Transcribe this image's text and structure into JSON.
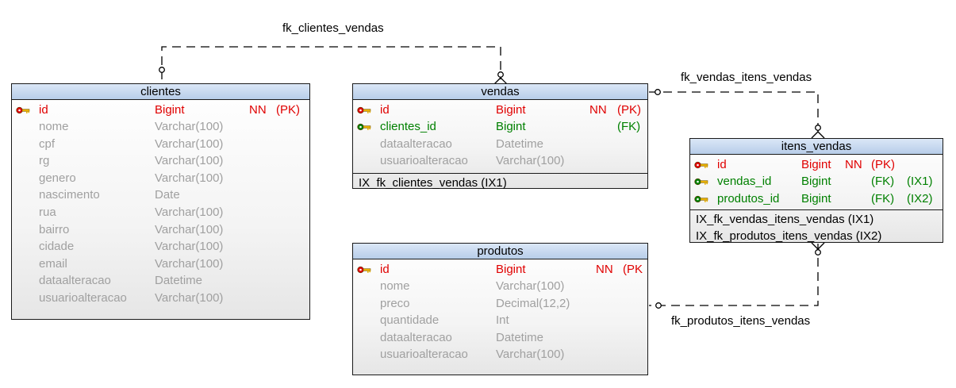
{
  "relationships": [
    {
      "name": "fk_clientes_vendas"
    },
    {
      "name": "fk_vendas_itens_vendas"
    },
    {
      "name": "fk_produtos_itens_vendas"
    }
  ],
  "tables": {
    "clientes": {
      "title": "clientes",
      "columns": [
        {
          "name": "id",
          "type": "Bigint",
          "nn": "NN",
          "key": "(PK)",
          "ix": "",
          "kind": "pk"
        },
        {
          "name": "nome",
          "type": "Varchar(100)",
          "nn": "",
          "key": "",
          "ix": "",
          "kind": "none"
        },
        {
          "name": "cpf",
          "type": "Varchar(100)",
          "nn": "",
          "key": "",
          "ix": "",
          "kind": "none"
        },
        {
          "name": "rg",
          "type": "Varchar(100)",
          "nn": "",
          "key": "",
          "ix": "",
          "kind": "none"
        },
        {
          "name": "genero",
          "type": "Varchar(100)",
          "nn": "",
          "key": "",
          "ix": "",
          "kind": "none"
        },
        {
          "name": "nascimento",
          "type": "Date",
          "nn": "",
          "key": "",
          "ix": "",
          "kind": "none"
        },
        {
          "name": "rua",
          "type": "Varchar(100)",
          "nn": "",
          "key": "",
          "ix": "",
          "kind": "none"
        },
        {
          "name": "bairro",
          "type": "Varchar(100)",
          "nn": "",
          "key": "",
          "ix": "",
          "kind": "none"
        },
        {
          "name": "cidade",
          "type": "Varchar(100)",
          "nn": "",
          "key": "",
          "ix": "",
          "kind": "none"
        },
        {
          "name": "email",
          "type": "Varchar(100)",
          "nn": "",
          "key": "",
          "ix": "",
          "kind": "none"
        },
        {
          "name": "dataalteracao",
          "type": "Datetime",
          "nn": "",
          "key": "",
          "ix": "",
          "kind": "none"
        },
        {
          "name": "usuarioalteracao",
          "type": "Varchar(100)",
          "nn": "",
          "key": "",
          "ix": "",
          "kind": "none"
        }
      ],
      "indexes": []
    },
    "vendas": {
      "title": "vendas",
      "columns": [
        {
          "name": "id",
          "type": "Bigint",
          "nn": "NN",
          "key": "(PK)",
          "ix": "",
          "kind": "pk"
        },
        {
          "name": "clientes_id",
          "type": "Bigint",
          "nn": "",
          "key": "(FK)",
          "ix": "",
          "kind": "fk"
        },
        {
          "name": "dataalteracao",
          "type": "Datetime",
          "nn": "",
          "key": "",
          "ix": "",
          "kind": "none"
        },
        {
          "name": "usuarioalteracao",
          "type": "Varchar(100)",
          "nn": "",
          "key": "",
          "ix": "",
          "kind": "none"
        }
      ],
      "indexes": [
        "IX_fk_clientes_vendas (IX1)"
      ]
    },
    "produtos": {
      "title": "produtos",
      "columns": [
        {
          "name": "id",
          "type": "Bigint",
          "nn": "NN",
          "key": "(PK",
          "ix": "",
          "kind": "pk"
        },
        {
          "name": "nome",
          "type": "Varchar(100)",
          "nn": "",
          "key": "",
          "ix": "",
          "kind": "none"
        },
        {
          "name": "preco",
          "type": "Decimal(12,2)",
          "nn": "",
          "key": "",
          "ix": "",
          "kind": "none"
        },
        {
          "name": "quantidade",
          "type": "Int",
          "nn": "",
          "key": "",
          "ix": "",
          "kind": "none"
        },
        {
          "name": "dataalteracao",
          "type": "Datetime",
          "nn": "",
          "key": "",
          "ix": "",
          "kind": "none"
        },
        {
          "name": "usuarioalteracao",
          "type": "Varchar(100)",
          "nn": "",
          "key": "",
          "ix": "",
          "kind": "none"
        }
      ],
      "indexes": []
    },
    "itens_vendas": {
      "title": "itens_vendas",
      "columns": [
        {
          "name": "id",
          "type": "Bigint",
          "nn": "NN",
          "key": "(PK)",
          "ix": "",
          "kind": "pk"
        },
        {
          "name": "vendas_id",
          "type": "Bigint",
          "nn": "",
          "key": "(FK)",
          "ix": "(IX1)",
          "kind": "fk"
        },
        {
          "name": "produtos_id",
          "type": "Bigint",
          "nn": "",
          "key": "(FK)",
          "ix": "(IX2)",
          "kind": "fk"
        }
      ],
      "indexes": [
        "IX_fk_vendas_itens_vendas (IX1)",
        "IX_fk_produtos_itens_vendas (IX2)"
      ]
    }
  },
  "colors": {
    "pk": "#e00000",
    "fk": "#008000",
    "plain": "#a0a0a0",
    "header_top": "#dbe7f7",
    "header_bottom": "#b7cde9"
  },
  "icons": {
    "pk": "pk-key-icon",
    "fk": "fk-key-icon"
  }
}
